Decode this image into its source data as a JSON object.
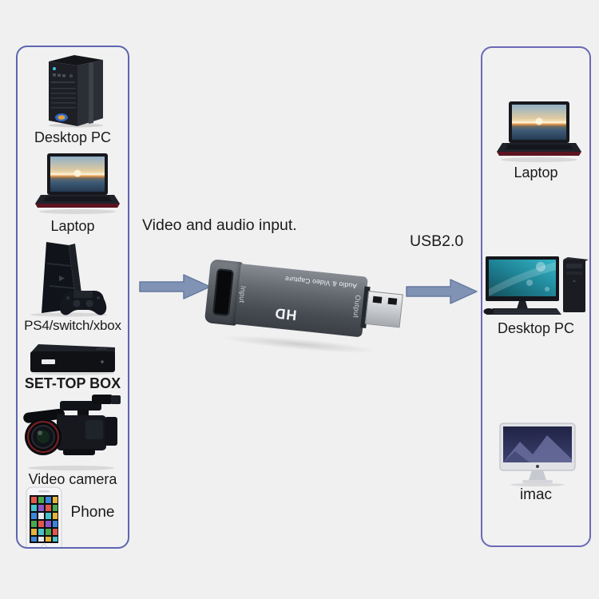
{
  "page": {
    "background_color": "#f0f0f1"
  },
  "source_panel": {
    "border_color": "#5c66af",
    "items": [
      {
        "label": "Desktop PC",
        "icon": "desktop-tower"
      },
      {
        "label": "Laptop",
        "icon": "laptop"
      },
      {
        "label": "PS4/switch/xbox",
        "icon": "game-console"
      },
      {
        "label": "SET-TOP BOX",
        "icon": "set-top-box"
      },
      {
        "label": "Video camera",
        "icon": "video-camera"
      },
      {
        "label": "Phone",
        "icon": "smartphone"
      }
    ]
  },
  "center": {
    "input_caption": "Video and audio input.",
    "output_caption": "USB2.0",
    "arrow_color": "#8093b5",
    "device": {
      "logo": "HD",
      "product_text": "Audio & Video Capture",
      "input_port_label": "Input",
      "output_port_label": "Output",
      "body_color": "#60646b"
    }
  },
  "output_panel": {
    "border_color": "#6c68b6",
    "items": [
      {
        "label": "Laptop",
        "icon": "laptop"
      },
      {
        "label": "Desktop PC",
        "icon": "desktop-set"
      },
      {
        "label": "imac",
        "icon": "imac"
      }
    ]
  }
}
